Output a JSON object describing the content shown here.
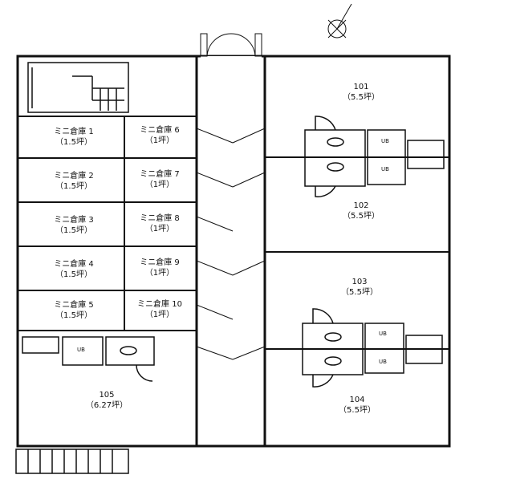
{
  "units": [
    {
      "name": "101",
      "area": "（5.5坪）"
    },
    {
      "name": "102",
      "area": "（5.5坪）"
    },
    {
      "name": "103",
      "area": "（5.5坪）"
    },
    {
      "name": "104",
      "area": "（5.5坪）"
    },
    {
      "name": "105",
      "area": "（6.27坪）"
    }
  ],
  "storage": [
    {
      "name": "ミニ倉庫 1",
      "area": "（1.5坪）"
    },
    {
      "name": "ミニ倉庫 2",
      "area": "（1.5坪）"
    },
    {
      "name": "ミニ倉庫 3",
      "area": "（1.5坪）"
    },
    {
      "name": "ミニ倉庫 4",
      "area": "（1.5坪）"
    },
    {
      "name": "ミニ倉庫 5",
      "area": "（1.5坪）"
    },
    {
      "name": "ミニ倉庫 6",
      "area": "（1坪）"
    },
    {
      "name": "ミニ倉庫 7",
      "area": "（1坪）"
    },
    {
      "name": "ミニ倉庫 8",
      "area": "（1坪）"
    },
    {
      "name": "ミニ倉庫 9",
      "area": "（1坪）"
    },
    {
      "name": "ミニ倉庫 10",
      "area": "（1坪）"
    }
  ],
  "bath_label": "UB"
}
